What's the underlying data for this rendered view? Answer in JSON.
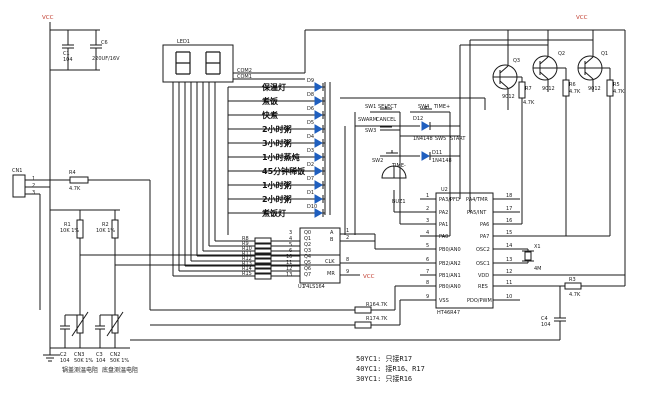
{
  "power": {
    "vcc_left": "VCC",
    "vcc_right": "VCC",
    "vcc_mr": "VCC"
  },
  "capacitors": {
    "c1": {
      "name": "C1",
      "value": "104"
    },
    "c6": {
      "name": "C6",
      "value": "220UF/16V"
    },
    "c2": {
      "name": "C2",
      "value": "104"
    },
    "c3": {
      "name": "C3",
      "value": "104"
    },
    "c4": {
      "name": "C4",
      "value": "104"
    }
  },
  "connector": {
    "name": "CN1",
    "pins": [
      "1",
      "2",
      "3"
    ]
  },
  "resistors": {
    "r4": {
      "name": "R4",
      "value": "4.7K"
    },
    "r1": {
      "name": "R1",
      "value": "10K 1%"
    },
    "r2": {
      "name": "R2",
      "value": "10K 1%"
    },
    "r7": {
      "name": "R7",
      "value": "4.7K"
    },
    "r6": {
      "name": "R6",
      "value": "4.7K"
    },
    "r5": {
      "name": "R5",
      "value": "4.7K"
    },
    "r3": {
      "name": "R3",
      "value": "4.7K"
    },
    "r16": {
      "name": "R16",
      "value": "4.7K"
    },
    "r17": {
      "name": "R17",
      "value": "4.7K"
    },
    "bank": [
      "R8",
      "R9",
      "R10",
      "R11",
      "R12",
      "R13",
      "R14",
      "R15"
    ]
  },
  "thermistors": {
    "cn3": {
      "name": "CN3",
      "value": "50K 1%",
      "caption": "锅盖测温电阻"
    },
    "cn2": {
      "name": "CN2",
      "value": "50K 1%",
      "caption": "底盘测温电阻"
    }
  },
  "led": {
    "name": "LED1",
    "com2": "COM2",
    "com1": "COM1"
  },
  "transistors": [
    {
      "name": "Q3",
      "type": "9012"
    },
    {
      "name": "Q2",
      "type": "9012"
    },
    {
      "name": "Q1",
      "type": "9012"
    }
  ],
  "diodes_right": [
    {
      "name": "D9",
      "label": "保温灯"
    },
    {
      "name": "D8",
      "label": "煮饭"
    },
    {
      "name": "D6",
      "label": "快煮"
    },
    {
      "name": "D5",
      "label": "2小时粥"
    },
    {
      "name": "D4",
      "label": "3小时粥"
    },
    {
      "name": "D3",
      "label": "1小时蒸炖"
    },
    {
      "name": "D2",
      "label": "45分钟稀饭"
    },
    {
      "name": "D7",
      "label": "1小时粥"
    },
    {
      "name": "D1",
      "label": "2小时粥"
    },
    {
      "name": "D10",
      "label": "煮饭灯"
    }
  ],
  "switches": {
    "sw1": {
      "name": "SW1",
      "label": "SELECT"
    },
    "sw4": {
      "name": "SW4",
      "label": "TIME+"
    },
    "swarm": {
      "name": "SWARM",
      "label": "CANCEL"
    },
    "sw3": {
      "name": "SW3",
      "label": ""
    },
    "sw5": {
      "name": "SW5",
      "label": "START"
    },
    "sw2": {
      "name": "SW2",
      "label": "TIME-"
    }
  },
  "key_diodes": [
    {
      "name": "D12",
      "type": "1N4148"
    },
    {
      "name": "D11",
      "type": "1N4148"
    }
  ],
  "buzzer": {
    "name": "BUZ1"
  },
  "crystal": {
    "name": "X1",
    "freq": "4M"
  },
  "shift_register": {
    "name": "U1",
    "part": "74LS164",
    "outputs": [
      "Q0",
      "Q1",
      "Q2",
      "Q3",
      "Q4",
      "Q5",
      "Q6",
      "Q7"
    ],
    "out_pins": [
      "3",
      "4",
      "5",
      "6",
      "10",
      "11",
      "12",
      "13"
    ],
    "inputs": [
      "A",
      "B",
      "CLK",
      "MR"
    ],
    "in_pins": [
      "1",
      "2",
      "8",
      "9"
    ]
  },
  "mcu": {
    "name": "U2",
    "part": "HT46R47",
    "left_pins": [
      "PA3/PFD",
      "PA2",
      "PA1",
      "PA0",
      "PB0/AN0",
      "PB2/AN2",
      "PB1/AN1",
      "PB0/AN0",
      "VSS"
    ],
    "left_nums": [
      "1",
      "2",
      "3",
      "4",
      "5",
      "6",
      "7",
      "8",
      "9"
    ],
    "right_pins": [
      "PA4/TMR",
      "PA5/INT",
      "PA6",
      "PA7",
      "OSC2",
      "OSC1",
      "VDD",
      "RES",
      "PDO/PWM"
    ],
    "right_nums": [
      "18",
      "17",
      "16",
      "15",
      "14",
      "13",
      "12",
      "11",
      "10"
    ]
  },
  "notes": [
    "50YC1: 只接R17",
    "40YC1: 接R16、R17",
    "30YC1: 只接R16"
  ]
}
